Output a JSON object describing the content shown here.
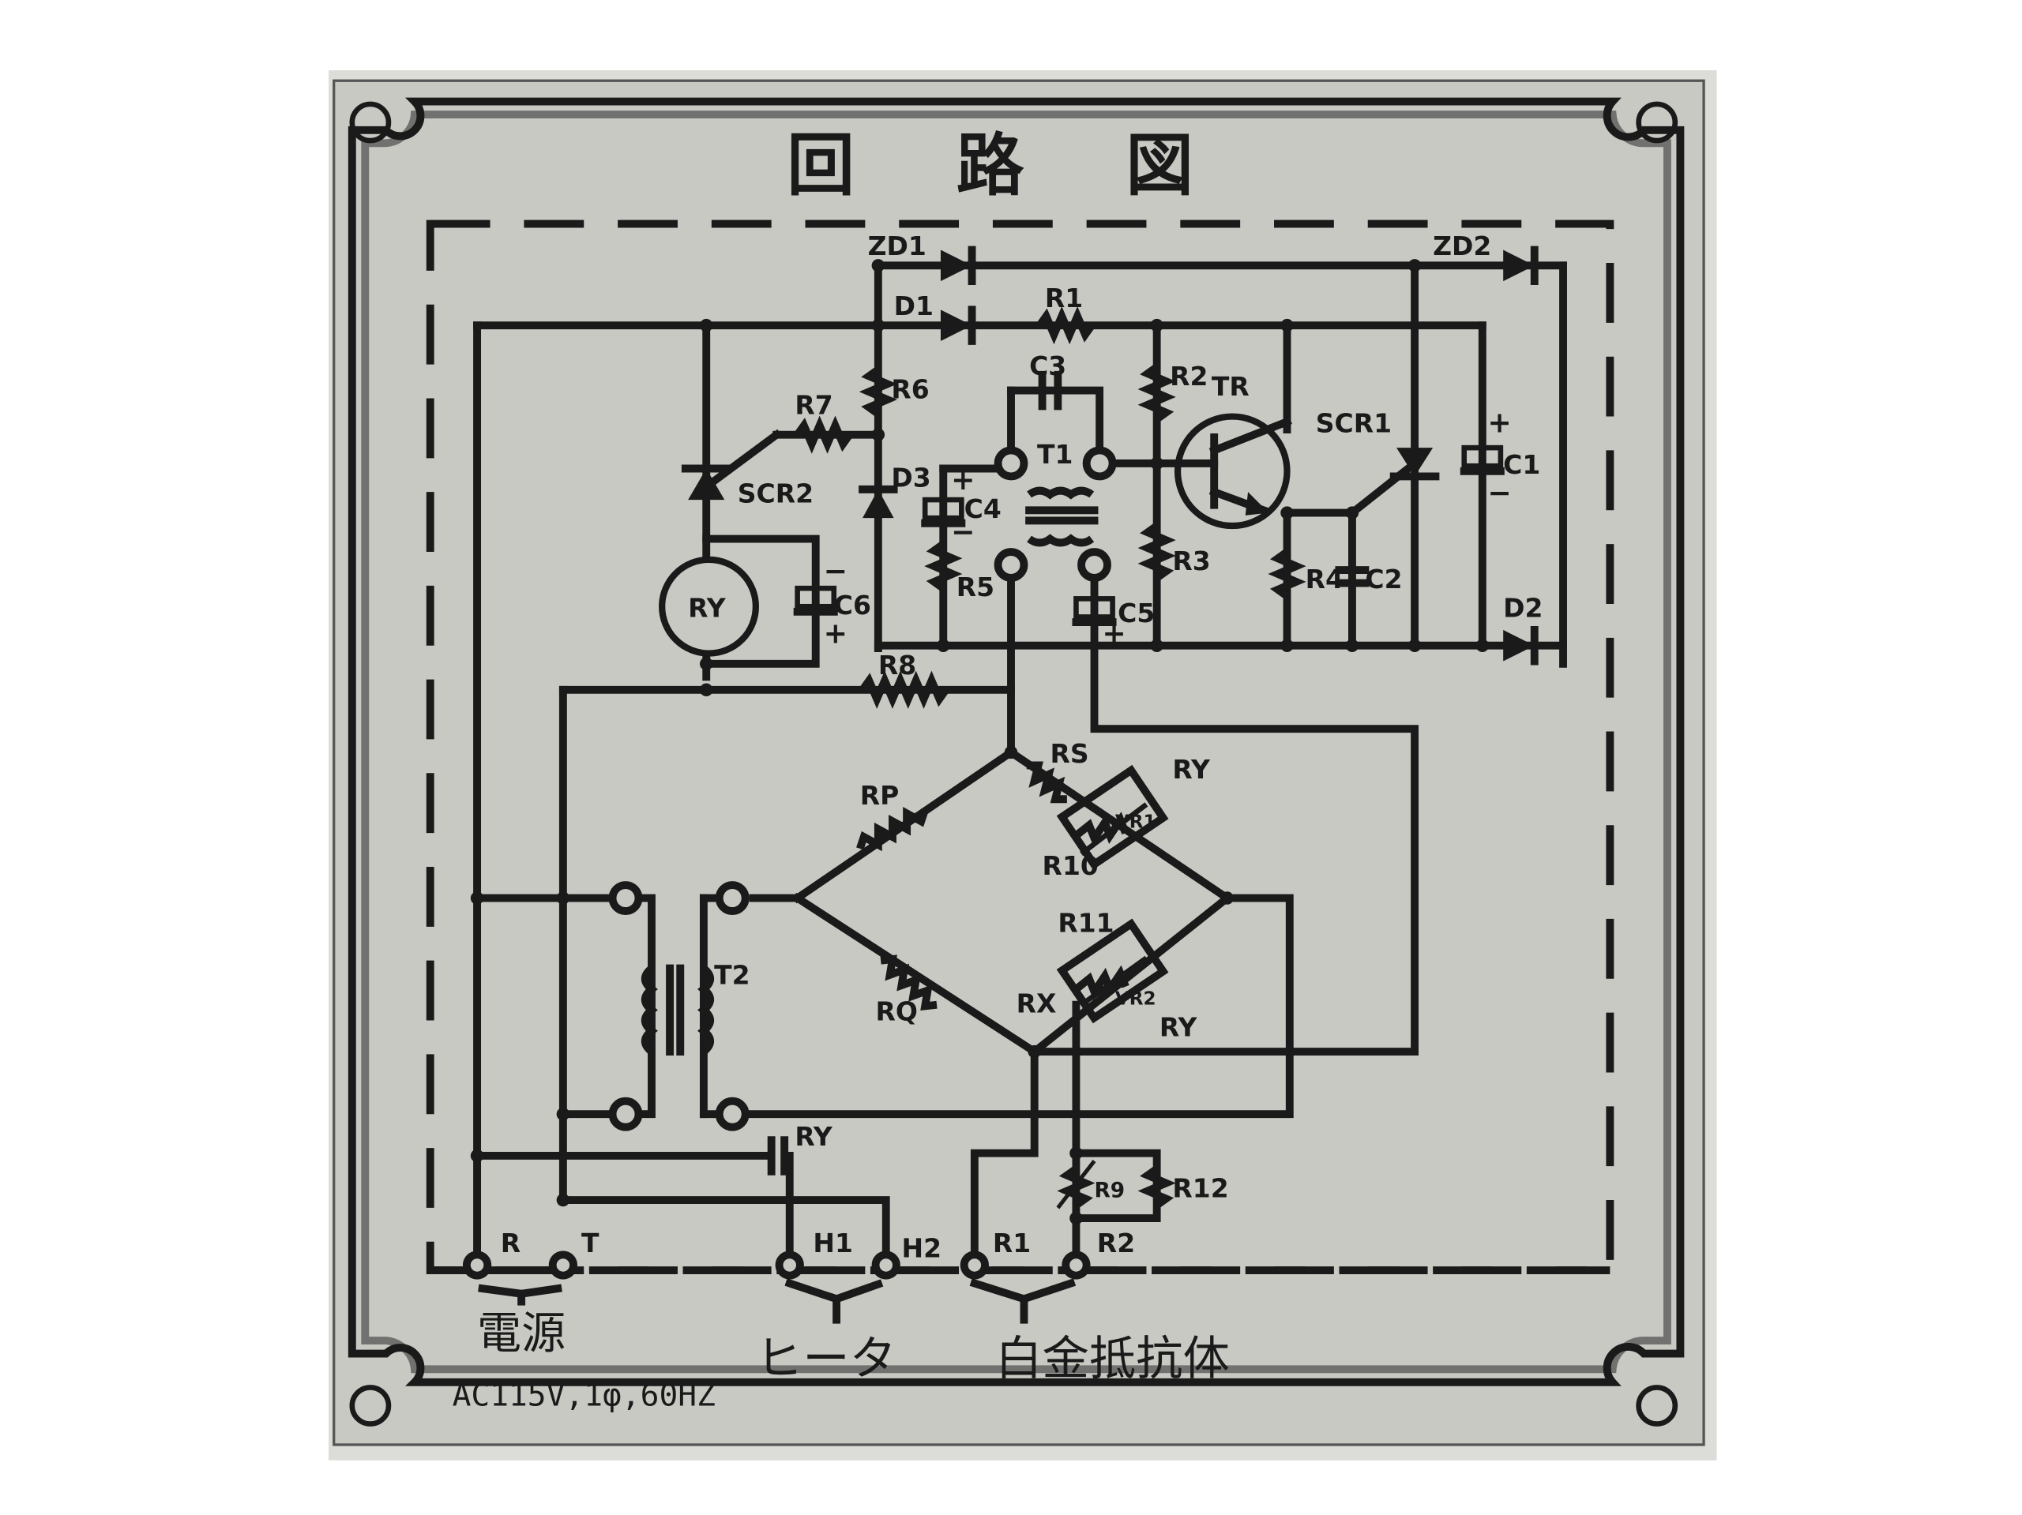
{
  "plate": {
    "title": "回 路 図",
    "colors": {
      "plate": "#c9c9c4",
      "engraving": "#1a1a1a",
      "background": "#ffffff"
    }
  },
  "components": {
    "ZD1": "ZD1",
    "ZD2": "ZD2",
    "D1": "D1",
    "D2": "D2",
    "D3": "D3",
    "R1": "R1",
    "R2": "R2",
    "R3": "R3",
    "R4": "R4",
    "R5": "R5",
    "R6": "R6",
    "R7": "R7",
    "R8": "R8",
    "R9": "R9",
    "R10": "R10",
    "R11": "R11",
    "R12": "R12",
    "RP": "RP",
    "RQ": "RQ",
    "RS": "RS",
    "RX": "RX",
    "C1": "C1",
    "C2": "C2",
    "C3": "C3",
    "C4": "C4",
    "C5": "C5",
    "C6": "C6",
    "T1": "T1",
    "T2": "T2",
    "TR": "TR",
    "SCR1": "SCR1",
    "SCR2": "SCR2",
    "RY": "RY",
    "VR1": "VR1",
    "VR2": "VR2"
  },
  "terminals": {
    "R": "R",
    "T": "T",
    "H1": "H1",
    "H2": "H2",
    "R1": "R1",
    "R2": "R2"
  },
  "polarity": {
    "plus": "+",
    "minus": "−"
  },
  "captions": {
    "power": "電源",
    "power_spec": "AC115V,1φ,60HZ",
    "heater": "ヒータ",
    "platinum_resistor": "白金抵抗体"
  }
}
